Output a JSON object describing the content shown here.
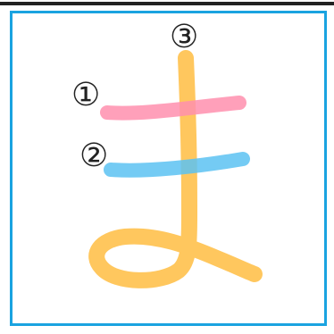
{
  "diagram": {
    "strokes": [
      {
        "order_label": "①",
        "color": "#ff8fae"
      },
      {
        "order_label": "②",
        "color": "#5cc2f2"
      },
      {
        "order_label": "③",
        "color": "#ffc14d"
      }
    ],
    "frame_color": "#1aa3e0"
  }
}
